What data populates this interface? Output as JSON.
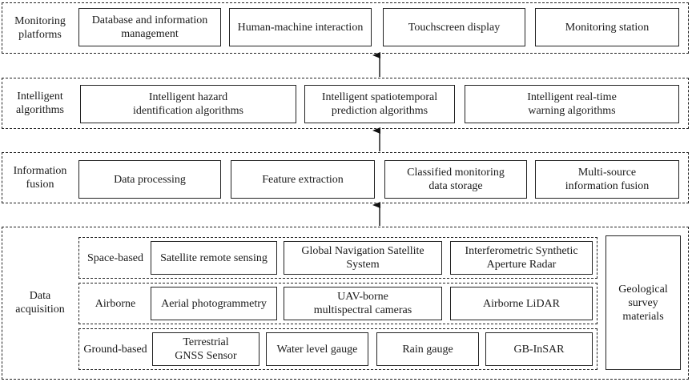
{
  "layers": {
    "monitoring": {
      "label": "Monitoring\nplatforms",
      "boxes": [
        "Database and information\nmanagement",
        "Human-machine interaction",
        "Touchscreen display",
        "Monitoring station"
      ]
    },
    "algorithms": {
      "label": "Intelligent\nalgorithms",
      "boxes": [
        "Intelligent hazard\nidentification algorithms",
        "Intelligent spatiotemporal\nprediction algorithms",
        "Intelligent real-time\nwarning algorithms"
      ]
    },
    "fusion": {
      "label": "Information\nfusion",
      "boxes": [
        "Data processing",
        "Feature extraction",
        "Classified monitoring\ndata storage",
        "Multi-source\ninformation fusion"
      ]
    },
    "acquisition": {
      "label": "Data\nacquisition",
      "space": {
        "label": "Space-based",
        "boxes": [
          "Satellite remote sensing",
          "Global Navigation Satellite\nSystem",
          "Interferometric Synthetic\nAperture Radar"
        ]
      },
      "airborne": {
        "label": "Airborne",
        "boxes": [
          "Aerial photogrammetry",
          "UAV-borne\nmultispectral cameras",
          "Airborne LiDAR"
        ]
      },
      "ground": {
        "label": "Ground-based",
        "boxes": [
          "Terrestrial\nGNSS Sensor",
          "Water level gauge",
          "Rain gauge",
          "GB-InSAR"
        ]
      },
      "survey": "Geological\nsurvey\nmaterials"
    }
  }
}
